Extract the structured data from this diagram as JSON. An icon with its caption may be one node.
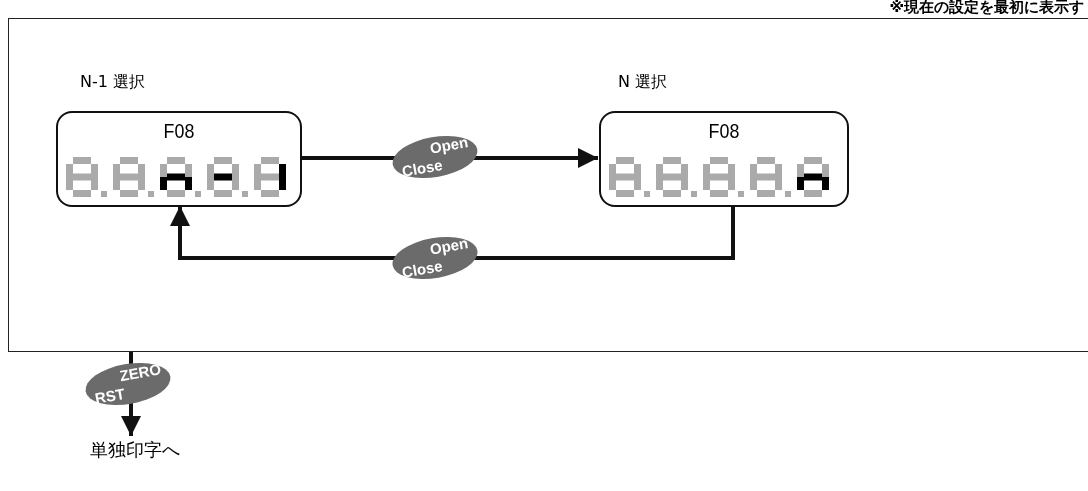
{
  "diagram": {
    "nodes": [
      {
        "text": [],
        "shape": "box"
      },
      {
        "text": [
          "F08"
        ],
        "beside": [
          "N-1 選択"
        ],
        "in": 0
      },
      {
        "text": [
          "F08"
        ],
        "beside": [
          "N 選択"
        ],
        "in": 0
      },
      {
        "text": [
          "単独印字へ"
        ]
      }
    ],
    "edges": [
      {
        "from": 1,
        "to": 2,
        "arrow": "to"
      },
      {
        "from": 2,
        "to": 1,
        "arrow": "to"
      },
      {
        "from": 0,
        "to": 3,
        "arrow": "to"
      }
    ],
    "labels": [
      "※現在の設定を最初に表示す",
      "Open",
      "Close",
      "Open",
      "Close",
      "ZERO",
      "RST"
    ]
  }
}
